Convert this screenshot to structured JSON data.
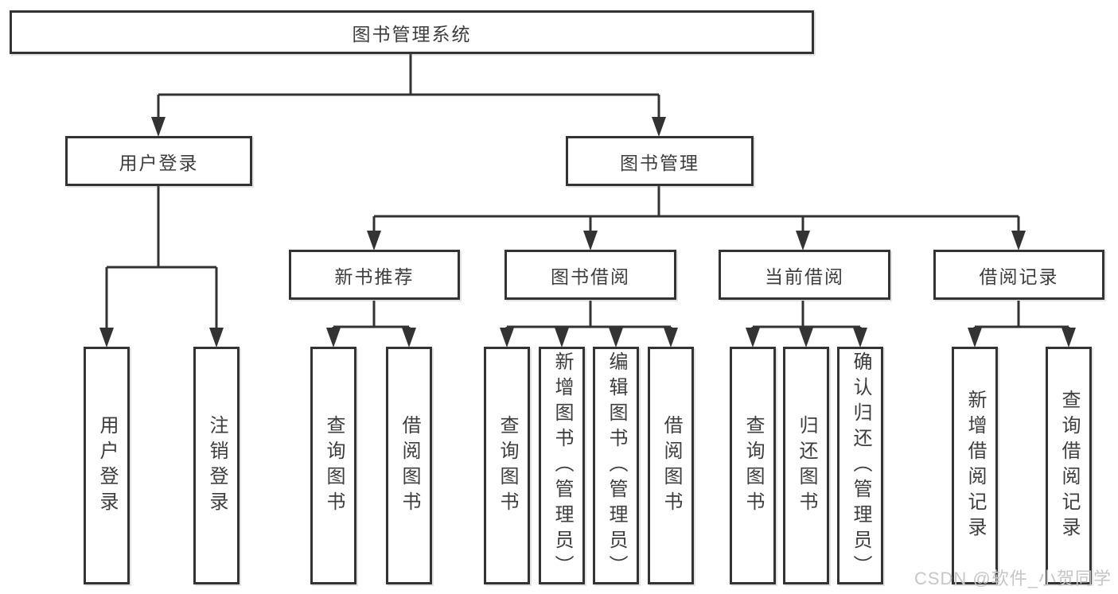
{
  "colors": {
    "line": "#333333",
    "box_border": "#333333",
    "text": "#3d3d3d",
    "box_background": "#ffffff",
    "page_background": "#ffffff",
    "watermark": "#c6c6c6"
  },
  "diagram": {
    "type": "hierarchy",
    "root": {
      "label": "图书管理系统"
    },
    "level2": [
      {
        "label": "用户登录",
        "parent": "图书管理系统"
      },
      {
        "label": "图书管理",
        "parent": "图书管理系统"
      }
    ],
    "level3": [
      {
        "label": "新书推荐",
        "parent": "图书管理"
      },
      {
        "label": "图书借阅",
        "parent": "图书管理"
      },
      {
        "label": "当前借阅",
        "parent": "图书管理"
      },
      {
        "label": "借阅记录",
        "parent": "图书管理"
      }
    ],
    "leaves": [
      {
        "label": "用户登录",
        "parent": "用户登录"
      },
      {
        "label": "注销登录",
        "parent": "用户登录"
      },
      {
        "label": "查询图书",
        "parent": "新书推荐"
      },
      {
        "label": "借阅图书",
        "parent": "新书推荐"
      },
      {
        "label": "查询图书",
        "parent": "图书借阅"
      },
      {
        "label": "新增图书（管理员）",
        "parent": "图书借阅"
      },
      {
        "label": "编辑图书（管理员）",
        "parent": "图书借阅"
      },
      {
        "label": "借阅图书",
        "parent": "图书借阅"
      },
      {
        "label": "查询图书",
        "parent": "当前借阅"
      },
      {
        "label": "归还图书",
        "parent": "当前借阅"
      },
      {
        "label": "确认归还（管理员）",
        "parent": "当前借阅"
      },
      {
        "label": "新增借阅记录",
        "parent": "借阅记录"
      },
      {
        "label": "查询借阅记录",
        "parent": "借阅记录"
      }
    ]
  },
  "watermark": {
    "text": "CSDN @软件_小贺同学"
  }
}
